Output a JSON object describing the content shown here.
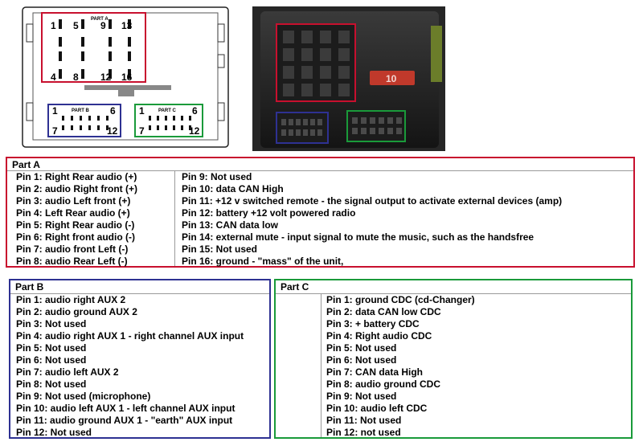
{
  "diagram": {
    "part_a_label": "PART A",
    "part_b_label": "PART B",
    "part_c_label": "PART C",
    "pins_a_top": [
      "1",
      "5",
      "9",
      "13"
    ],
    "pins_a_bottom": [
      "4",
      "8",
      "12",
      "16"
    ],
    "pins_b_top_left": "1",
    "pins_b_top_right": "6",
    "pins_b_bottom_left": "7",
    "pins_b_bottom_right": "12",
    "pins_c_top_left": "1",
    "pins_c_top_right": "6",
    "pins_c_bottom_left": "7",
    "pins_c_bottom_right": "12",
    "photo_fuse_label": "10",
    "colors": {
      "part_a": "#c8102e",
      "part_b": "#2e3192",
      "part_c": "#1a9a3a"
    }
  },
  "part_a": {
    "title": "Part A",
    "left": [
      "Pin 1: Right Rear audio (+)",
      "Pin 2: audio Right front (+)",
      "Pin 3: audio Left front (+)",
      "Pin 4: Left Rear audio (+)",
      "Pin 5: Right Rear audio (-)",
      "Pin 6: Right front audio (-)",
      "Pin 7: audio front Left (-)",
      "Pin 8: audio Rear Left (-)"
    ],
    "right": [
      "Pin 9: Not used",
      "Pin 10: data CAN High",
      "Pin 11: +12 v switched remote - the signal output to activate external devices (amp)",
      "Pin 12: battery +12 volt powered radio",
      "Pin 13: CAN data low",
      "Pin 14: external mute - input signal to mute the music, such as the handsfree",
      "Pin 15: Not used",
      "Pin 16: ground - \"mass\" of the unit,"
    ]
  },
  "part_b": {
    "title": "Part B",
    "rows": [
      "Pin 1: audio right AUX 2",
      "Pin 2: audio ground AUX 2",
      "Pin 3: Not used",
      "Pin 4: audio right AUX 1 - right channel AUX input",
      "Pin 5: Not used",
      "Pin 6: Not used",
      "Pin 7: audio left AUX 2",
      "Pin 8: Not used",
      "Pin 9: Not used (microphone)",
      "Pin 10: audio left AUX 1 - left channel AUX input",
      "Pin 11: audio ground AUX 1 - \"earth\" AUX input",
      "Pin 12: Not used"
    ]
  },
  "part_c": {
    "title": "Part C",
    "rows": [
      "Pin 1: ground CDC (cd-Changer)",
      "Pin 2: data CAN low CDC",
      "Pin 3: + battery CDC",
      "Pin 4: Right audio CDC",
      "Pin 5: Not used",
      "Pin 6: Not used",
      "Pin 7: CAN data High",
      "Pin 8: audio ground CDC",
      "Pin 9: Not used",
      "Pin 10: audio left CDC",
      "Pin 11: Not used",
      "Pin 12: not used"
    ]
  }
}
